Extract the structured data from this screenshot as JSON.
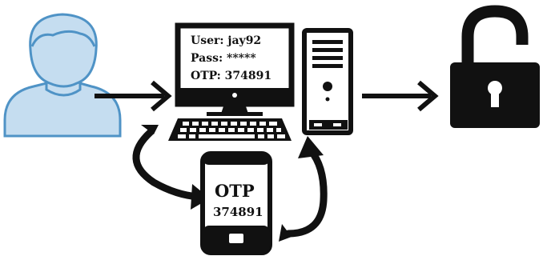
{
  "monitor": {
    "user_line": "User: jay92",
    "pass_line": "Pass: *****",
    "otp_line": "OTP: 374891"
  },
  "phone": {
    "title": "OTP",
    "code": "374891"
  },
  "icons": [
    "user-avatar-icon",
    "monitor-icon",
    "keyboard-icon",
    "tower-pc-icon",
    "smartphone-icon",
    "unlocked-padlock-icon"
  ],
  "colors": {
    "user_fill": "#c5ddf0",
    "user_stroke": "#4f93c6",
    "lines": "#111111"
  }
}
